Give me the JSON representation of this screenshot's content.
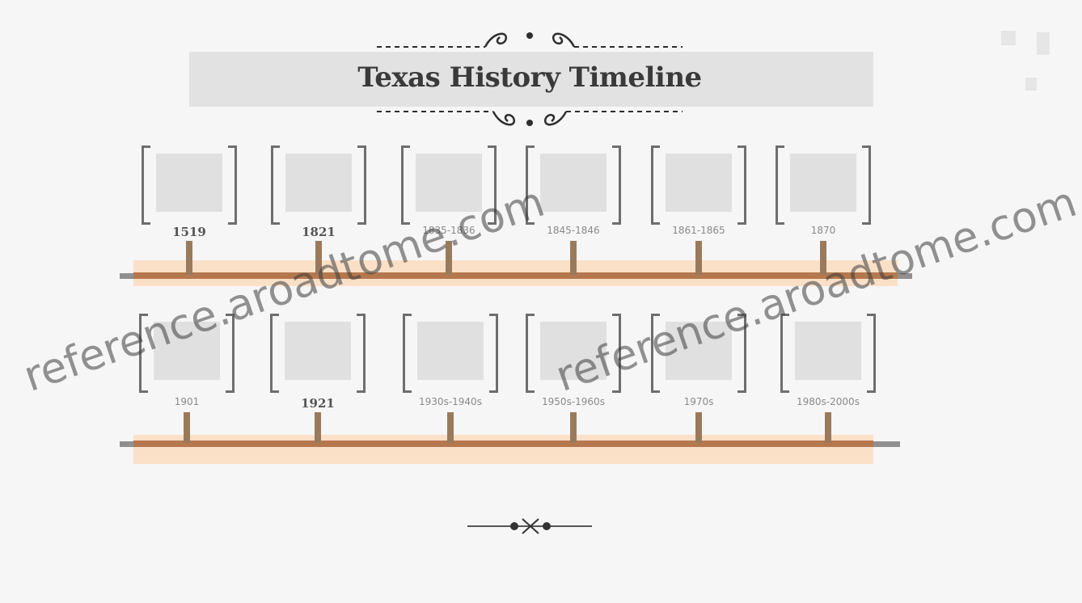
{
  "title": "Texas History Timeline",
  "watermark": "reference.aroadtome.com",
  "row1": [
    {
      "label": "1519",
      "big": true
    },
    {
      "label": "1821",
      "big": true
    },
    {
      "label": "1835-1836",
      "big": false
    },
    {
      "label": "1845-1846",
      "big": false
    },
    {
      "label": "1861-1865",
      "big": false
    },
    {
      "label": "1870",
      "big": false
    }
  ],
  "row2": [
    {
      "label": "1901",
      "big": false
    },
    {
      "label": "1921",
      "big": true
    },
    {
      "label": "1930s-1940s",
      "big": false
    },
    {
      "label": "1950s-1960s",
      "big": false
    },
    {
      "label": "1970s",
      "big": false
    },
    {
      "label": "1980s-2000s",
      "big": false
    }
  ],
  "colors": {
    "axis": "#b5784e",
    "band": "#fbe0c8",
    "background": "#f6f6f6"
  }
}
